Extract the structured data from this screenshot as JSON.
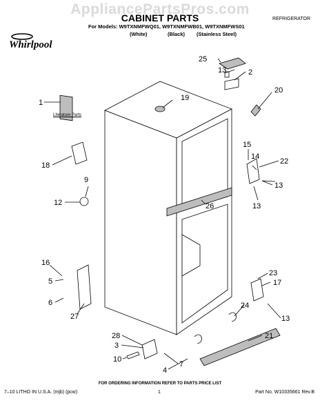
{
  "watermark": "AppliancePartsPros.com",
  "header": {
    "title": "CABINET PARTS",
    "category": "REFRIGERATOR",
    "models_label": "For Models: W9TXNMFWQ01, W9TXNMFWB01, W9TXNMFWS01",
    "color_white": "(White)",
    "color_black": "(Black)",
    "color_steel": "(Stainless Steel)",
    "brand": "Whirlpool"
  },
  "literature_label": "Literature Parts",
  "callouts": {
    "c1": "1",
    "c2": "2",
    "c3": "3",
    "c4": "4",
    "c5": "5",
    "c6": "6",
    "c7": "7",
    "c9": "9",
    "c10": "10",
    "c12": "12",
    "c13a": "13",
    "c13b": "13",
    "c13c": "13",
    "c13d": "13",
    "c14": "14",
    "c15": "15",
    "c16": "16",
    "c17": "17",
    "c18": "18",
    "c19": "19",
    "c20": "20",
    "c21": "21",
    "c22": "22",
    "c23": "23",
    "c24": "24",
    "c25": "25",
    "c26": "26",
    "c27": "27",
    "c28": "28"
  },
  "footer": {
    "center": "FOR ORDERING INFORMATION REFER TO PARTS PRICE LIST",
    "left": "7–10 LITHO IN U.S.A. (mjb) (pcw)",
    "page": "1",
    "part_no": "Part No. W10335661 Rev.B"
  }
}
